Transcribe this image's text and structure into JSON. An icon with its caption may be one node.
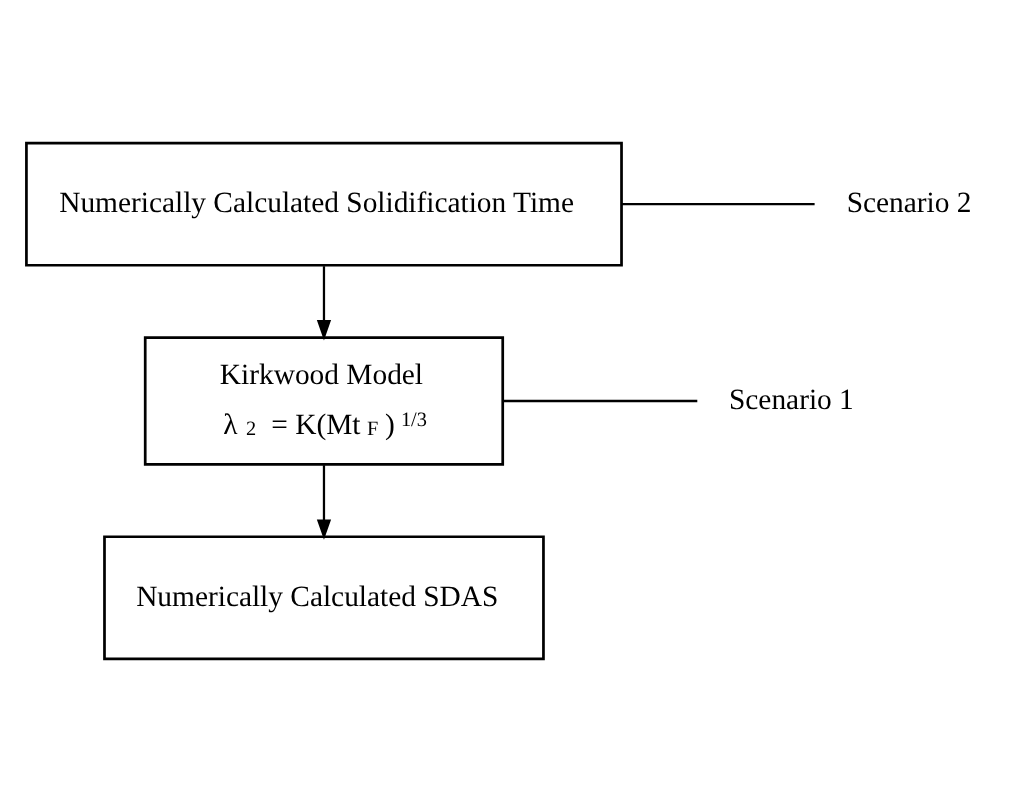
{
  "diagram": {
    "nodes": [
      {
        "text": [
          "Numerically Calculated Solidification Time"
        ]
      },
      {
        "text": [
          "Kirkwood Model",
          "λ$_{2}$ = K(Mt$_{F}$)$^{1/3}$"
        ]
      },
      {
        "text": [
          "Numerically Calculated SDAS"
        ]
      },
      {
        "text": [
          "Scenario 2"
        ]
      },
      {
        "text": [
          "Scenario 1"
        ]
      }
    ],
    "edges": [
      {
        "from": 0,
        "to": 1,
        "arrow": "to"
      },
      {
        "from": 1,
        "to": 2,
        "arrow": "to"
      },
      {
        "from": 0,
        "to": 3,
        "arrow": "none"
      },
      {
        "from": 1,
        "to": 4,
        "arrow": "none"
      }
    ]
  }
}
